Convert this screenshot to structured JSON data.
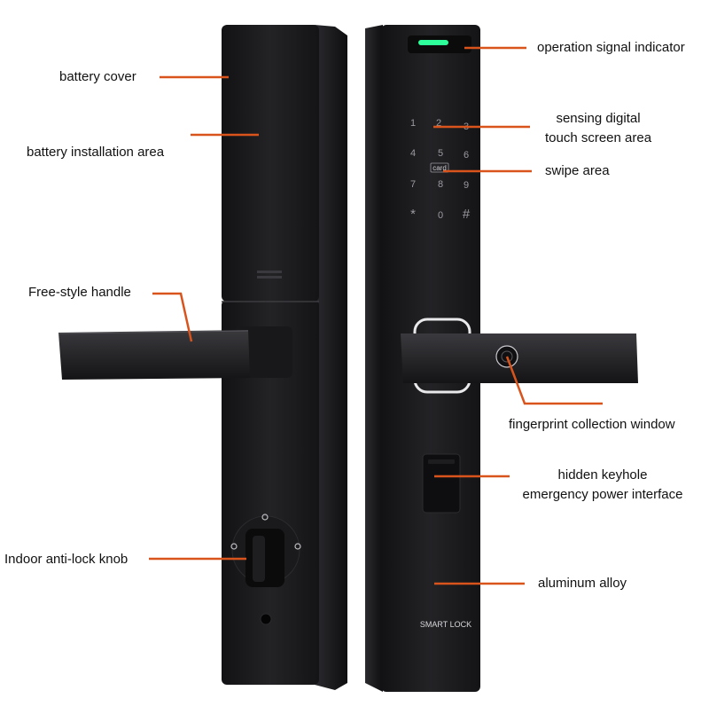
{
  "colors": {
    "leader": "#d9541c",
    "lock_body": "#1c1c1e",
    "lock_edge": "#2e2e31",
    "indicator": "#2dff9a",
    "key_text": "#9a9aa0"
  },
  "keypad": [
    "1",
    "2",
    "3",
    "4",
    "5",
    "6",
    "7",
    "8",
    "9",
    "*",
    "0",
    "#"
  ],
  "card_text": "card",
  "brand_text": "SMART LOCK",
  "labels": {
    "battery_cover": "battery cover",
    "battery_installation_area": "battery installation area",
    "free_style_handle": "Free-style handle",
    "indoor_anti_lock_knob": "Indoor anti-lock knob",
    "operation_signal_indicator": "operation signal indicator",
    "sensing_digital_line1": "sensing digital",
    "sensing_digital_line2": "touch screen area",
    "swipe_area": "swipe area",
    "fingerprint_collection_window": "fingerprint collection window",
    "hidden_keyhole_line1": "hidden keyhole",
    "hidden_keyhole_line2": "emergency power interface",
    "aluminum_alloy": "aluminum alloy"
  }
}
